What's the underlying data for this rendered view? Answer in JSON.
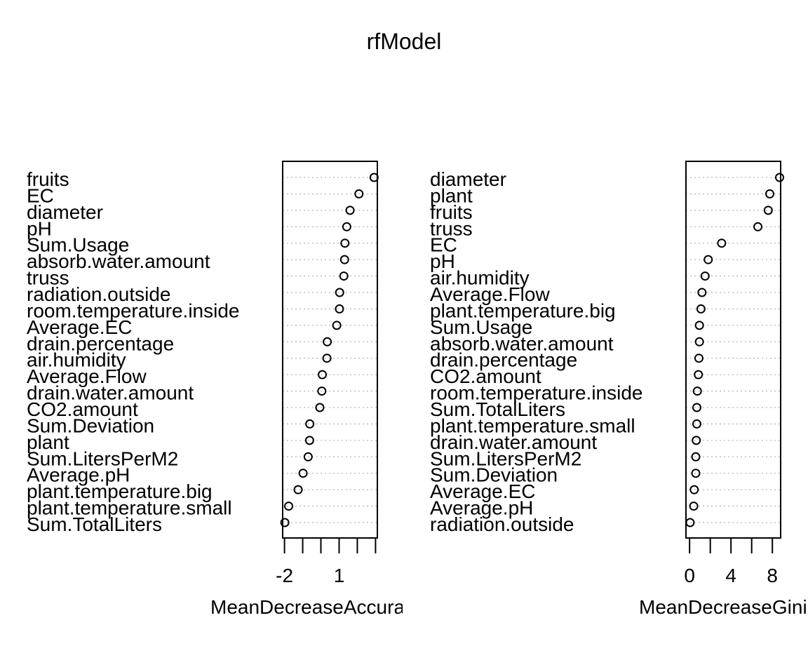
{
  "title": "rfModel",
  "chart_data": [
    {
      "type": "dotchart",
      "xlabel": "MeanDecreaseAccuracy",
      "xlim": [
        -2.1,
        3.1
      ],
      "tick_values": [
        -2,
        -1,
        0,
        1,
        2,
        3
      ],
      "tick_labels": [
        "-2",
        "",
        "",
        "1",
        "",
        ""
      ],
      "categories": [
        "fruits",
        "EC",
        "diameter",
        "pH",
        "Sum.Usage",
        "absorb.water.amount",
        "truss",
        "radiation.outside",
        "room.temperature.inside",
        "Average.EC",
        "drain.percentage",
        "air.humidity",
        "Average.Flow",
        "drain.water.amount",
        "CO2.amount",
        "Sum.Deviation",
        "plant",
        "Sum.LitersPerM2",
        "Average.pH",
        "plant.temperature.big",
        "plant.temperature.small",
        "Sum.TotalLiters"
      ],
      "values": [
        2.92,
        2.09,
        1.6,
        1.42,
        1.32,
        1.3,
        1.26,
        1.03,
        1.02,
        0.87,
        0.35,
        0.33,
        0.08,
        0.05,
        -0.06,
        -0.61,
        -0.62,
        -0.7,
        -0.98,
        -1.25,
        -1.77,
        -1.98
      ]
    },
    {
      "type": "dotchart",
      "xlabel": "MeanDecreaseGini",
      "xlim": [
        -0.35,
        8.8
      ],
      "tick_values": [
        0,
        2,
        4,
        6,
        8
      ],
      "tick_labels": [
        "0",
        "",
        "4",
        "",
        "8"
      ],
      "categories": [
        "diameter",
        "plant",
        "fruits",
        "truss",
        "EC",
        "pH",
        "air.humidity",
        "Average.Flow",
        "plant.temperature.big",
        "Sum.Usage",
        "absorb.water.amount",
        "drain.percentage",
        "CO2.amount",
        "room.temperature.inside",
        "Sum.TotalLiters",
        "plant.temperature.small",
        "drain.water.amount",
        "Sum.LitersPerM2",
        "Sum.Deviation",
        "Average.EC",
        "Average.pH",
        "radiation.outside"
      ],
      "values": [
        8.7,
        7.75,
        7.6,
        6.6,
        3.1,
        1.8,
        1.5,
        1.2,
        1.1,
        0.95,
        0.95,
        0.9,
        0.85,
        0.75,
        0.7,
        0.7,
        0.65,
        0.6,
        0.6,
        0.45,
        0.4,
        0.05
      ]
    }
  ]
}
